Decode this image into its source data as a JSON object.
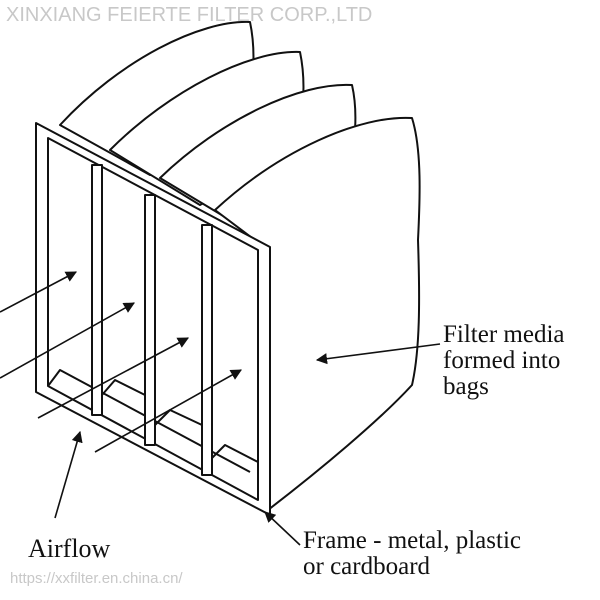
{
  "labels": {
    "filter_media": [
      "Filter media",
      "formed into",
      "bags"
    ],
    "airflow": "Airflow",
    "frame": [
      "Frame - metal, plastic",
      "or cardboard"
    ]
  },
  "watermark": {
    "company": "XINXIANG FEIERTE FILTER CORP.,LTD",
    "url": "https://xxfilter.en.china.cn/"
  },
  "colors": {
    "line": "#111111",
    "background": "#ffffff",
    "watermark": "#c8c8c8"
  }
}
